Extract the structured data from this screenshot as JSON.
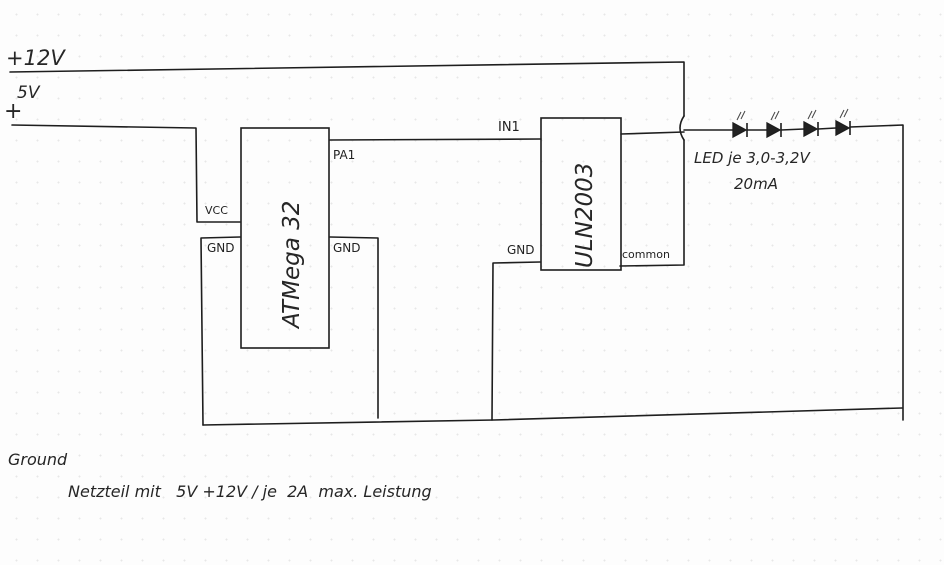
{
  "rails": {
    "v12": "+12V",
    "v5": "5V",
    "v5_plus": "+"
  },
  "microcontroller": {
    "name": "ATMega 32",
    "pin_vcc": "VCC",
    "pin_gnd_left": "GND",
    "pin_pa1": "PA1",
    "pin_gnd_right": "GND"
  },
  "driver": {
    "name": "ULN2003",
    "pin_in1": "IN1",
    "pin_gnd": "GND",
    "pin_common": "common"
  },
  "leds": {
    "label_line1": "LED je 3,0-3,2V",
    "label_line2": "20mA",
    "count": 4
  },
  "ground": {
    "label": "Ground"
  },
  "notes": {
    "power_supply": "Netzteil mit   5V +12V / je  2A  max. Leistung"
  }
}
